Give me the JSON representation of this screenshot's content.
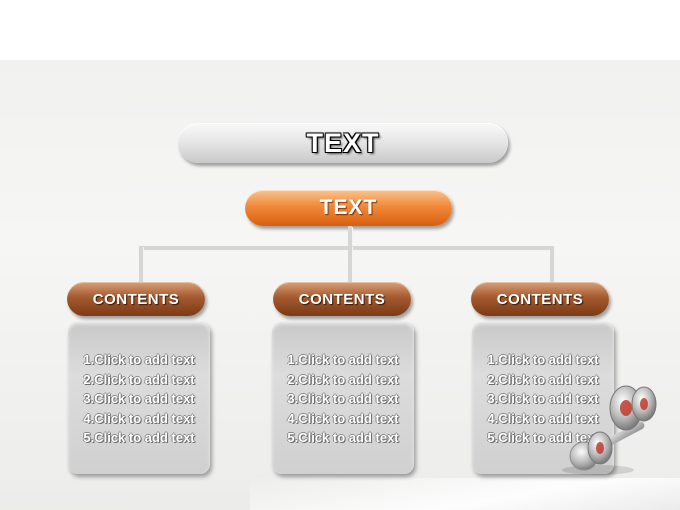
{
  "diagram": {
    "title": "TEXT",
    "subtitle": "TEXT",
    "columns": [
      {
        "heading": "CONTENTS",
        "items": [
          "1.Click to add text",
          "2.Click to add text",
          "3.Click to add text",
          "4.Click to add text",
          "5.Click to add text"
        ]
      },
      {
        "heading": "CONTENTS",
        "items": [
          "1.Click to add text",
          "2.Click to add text",
          "3.Click to add text",
          "4.Click to add text",
          "5.Click to add text"
        ]
      },
      {
        "heading": "CONTENTS",
        "items": [
          "1.Click to add text",
          "2.Click to add text",
          "3.Click to add text",
          "4.Click to add text",
          "5.Click to add text"
        ]
      }
    ]
  },
  "colors": {
    "title_pill": "#e2e2e2",
    "subtitle_pill": "#f0893a",
    "column_heading": "#a45a2e",
    "column_box": "#d4d4d4",
    "connector": "#d6d6d6"
  },
  "icons": {
    "decoration": "dumbbell-icon"
  }
}
